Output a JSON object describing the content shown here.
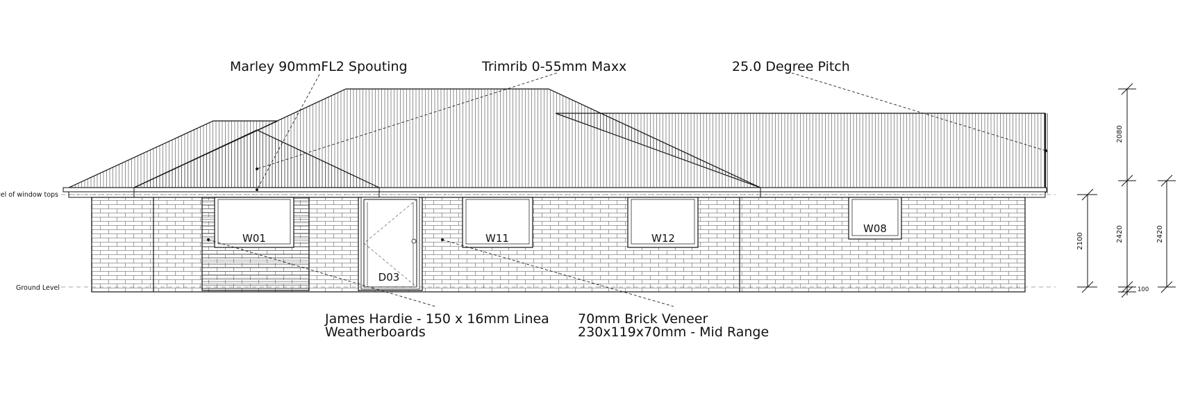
{
  "callouts": {
    "spouting": "Marley 90mmFL2 Spouting",
    "roofing": "Trimrib 0-55mm Maxx",
    "pitch": "25.0 Degree Pitch",
    "cladding_line1": "James Hardie - 150 x 16mm Linea",
    "cladding_line2": "Weatherboards",
    "veneer_line1": "70mm Brick Veneer",
    "veneer_line2": "230x119x70mm - Mid Range"
  },
  "levels": {
    "window_tops": "Level of window tops",
    "ground": "Ground Level"
  },
  "openings": {
    "w01": "W01",
    "w11": "W11",
    "w12": "W12",
    "w08": "W08",
    "d03": "D03"
  },
  "dimensions": {
    "roof_height": "2080",
    "window_head": "2100",
    "wall_height": "2420",
    "wall_height_right": "2420",
    "foundation": "100"
  },
  "colors": {
    "line": "#111111",
    "leader": "#222222",
    "ground_dash": "#555555"
  }
}
